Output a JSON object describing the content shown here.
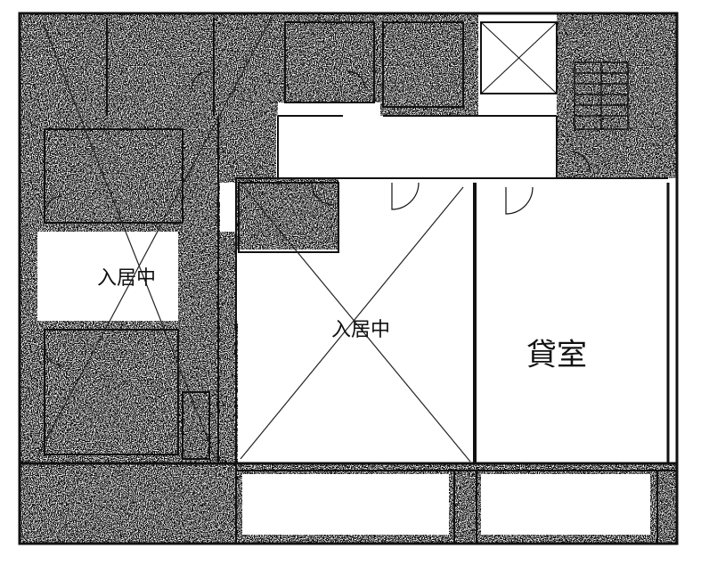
{
  "floor_plan": {
    "units": [
      {
        "id": "left-unit",
        "status_label": "入居中"
      },
      {
        "id": "center-unit",
        "status_label": "入居中"
      },
      {
        "id": "right-unit",
        "status_label": "貸室"
      }
    ]
  },
  "colors": {
    "line": "#111111",
    "noise": "#555555",
    "background": "#ffffff"
  }
}
